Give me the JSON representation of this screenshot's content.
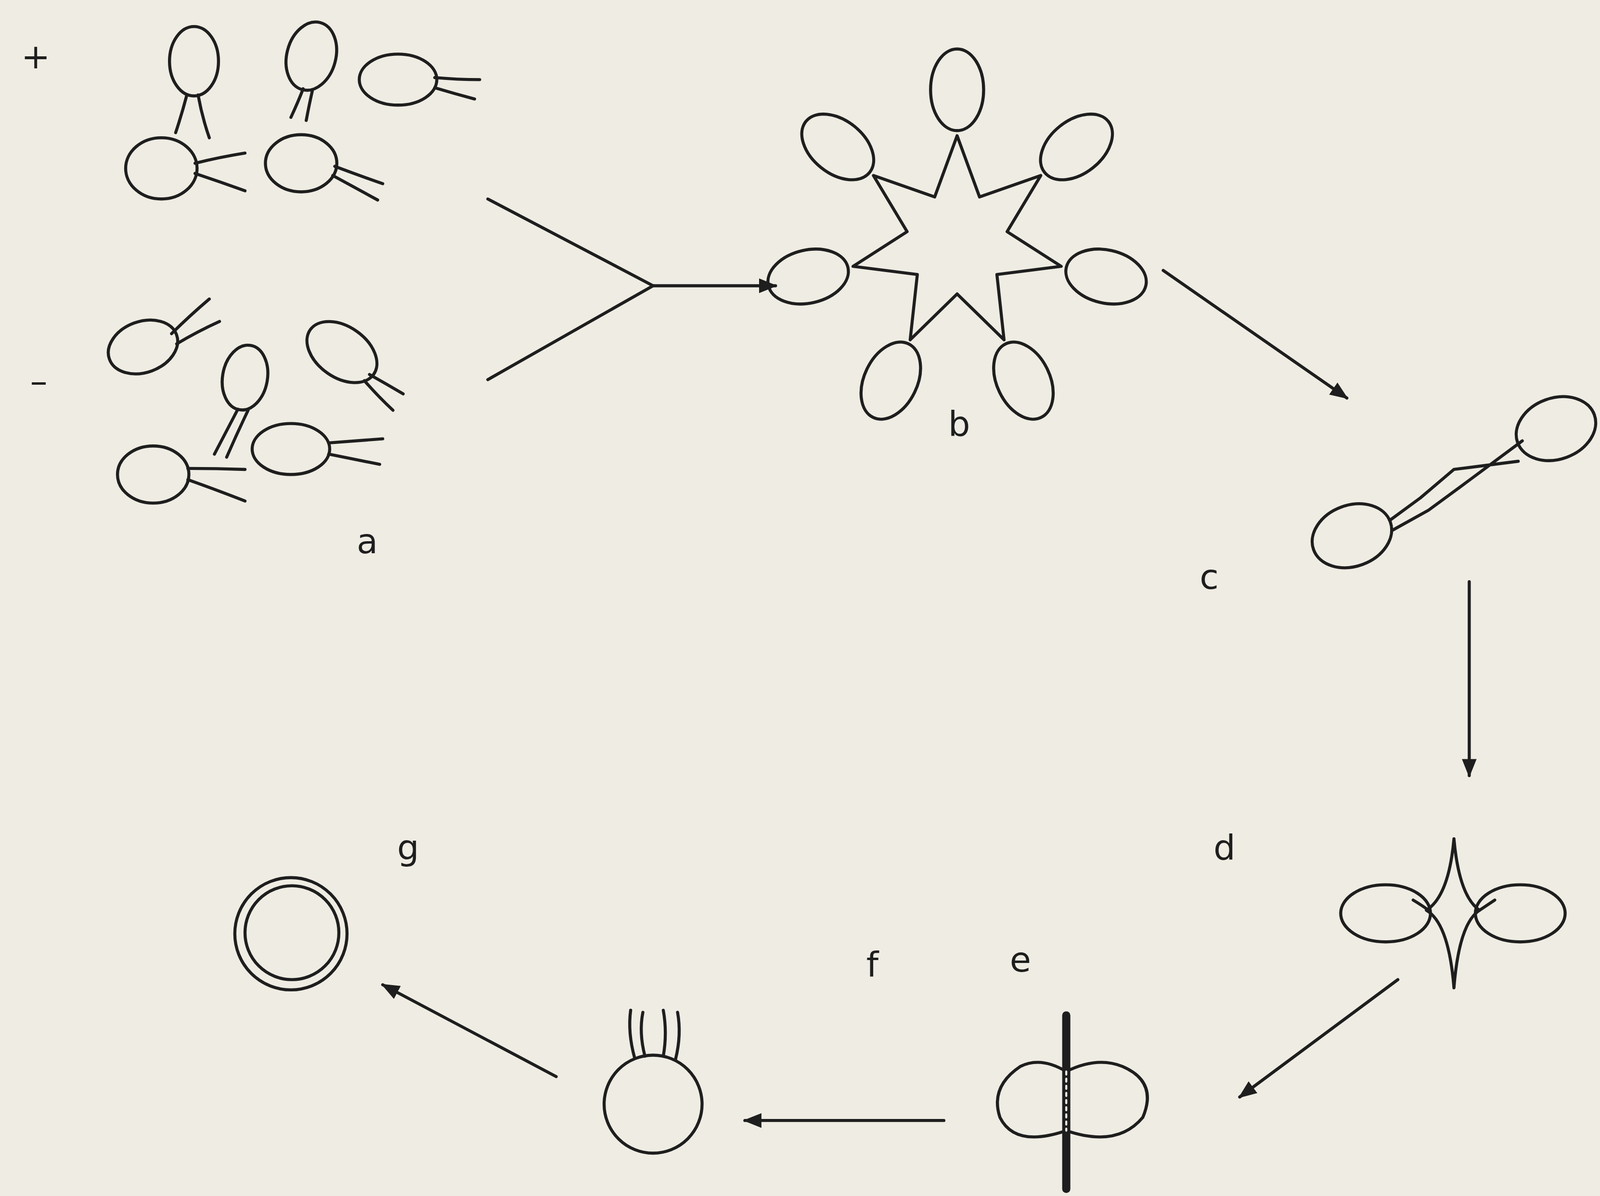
{
  "diagram": {
    "labels": [
      "+",
      "–",
      "a",
      "b",
      "c",
      "d",
      "e",
      "f",
      "g"
    ]
  }
}
